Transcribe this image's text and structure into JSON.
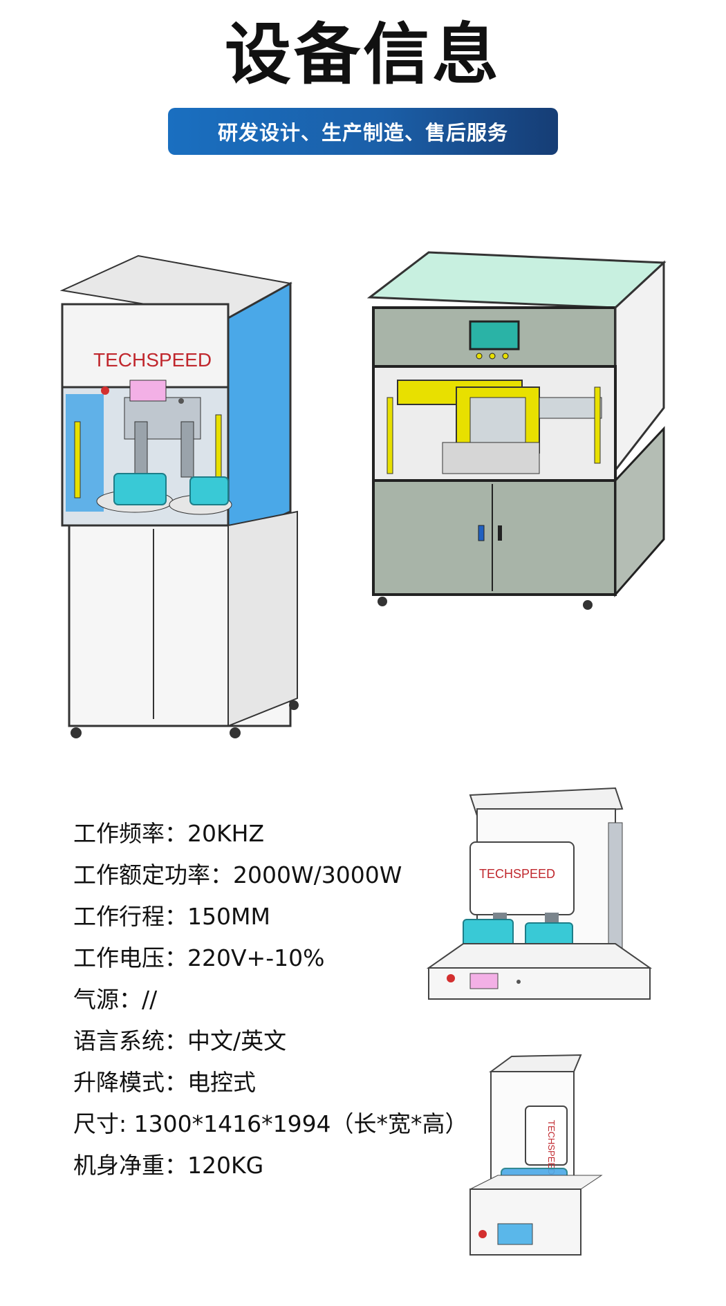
{
  "page": {
    "title": "设备信息",
    "banner": "研发设计、生产制造、售后服务"
  },
  "machines": {
    "brand_label_1": "TECHSPEED",
    "brand_label_2": "TECHSPEED",
    "brand_label_3": "TECHSPEED"
  },
  "specs": [
    "工作频率：20KHZ",
    "工作额定功率：2000W/3000W",
    "工作行程：150MM",
    "工作电压：220V+-10%",
    "气源：//",
    "语言系统：中文/英文",
    "升降模式：电控式",
    "尺寸: 1300*1416*1994（长*宽*高）",
    "机身净重：120KG"
  ],
  "colors": {
    "banner_start": "#1a6fc0",
    "banner_end": "#163d75",
    "brand_red": "#c0272d",
    "panel_cyan": "#39c9d6",
    "guard_blue": "#4aa8e8",
    "rail_yellow": "#e8e000"
  }
}
